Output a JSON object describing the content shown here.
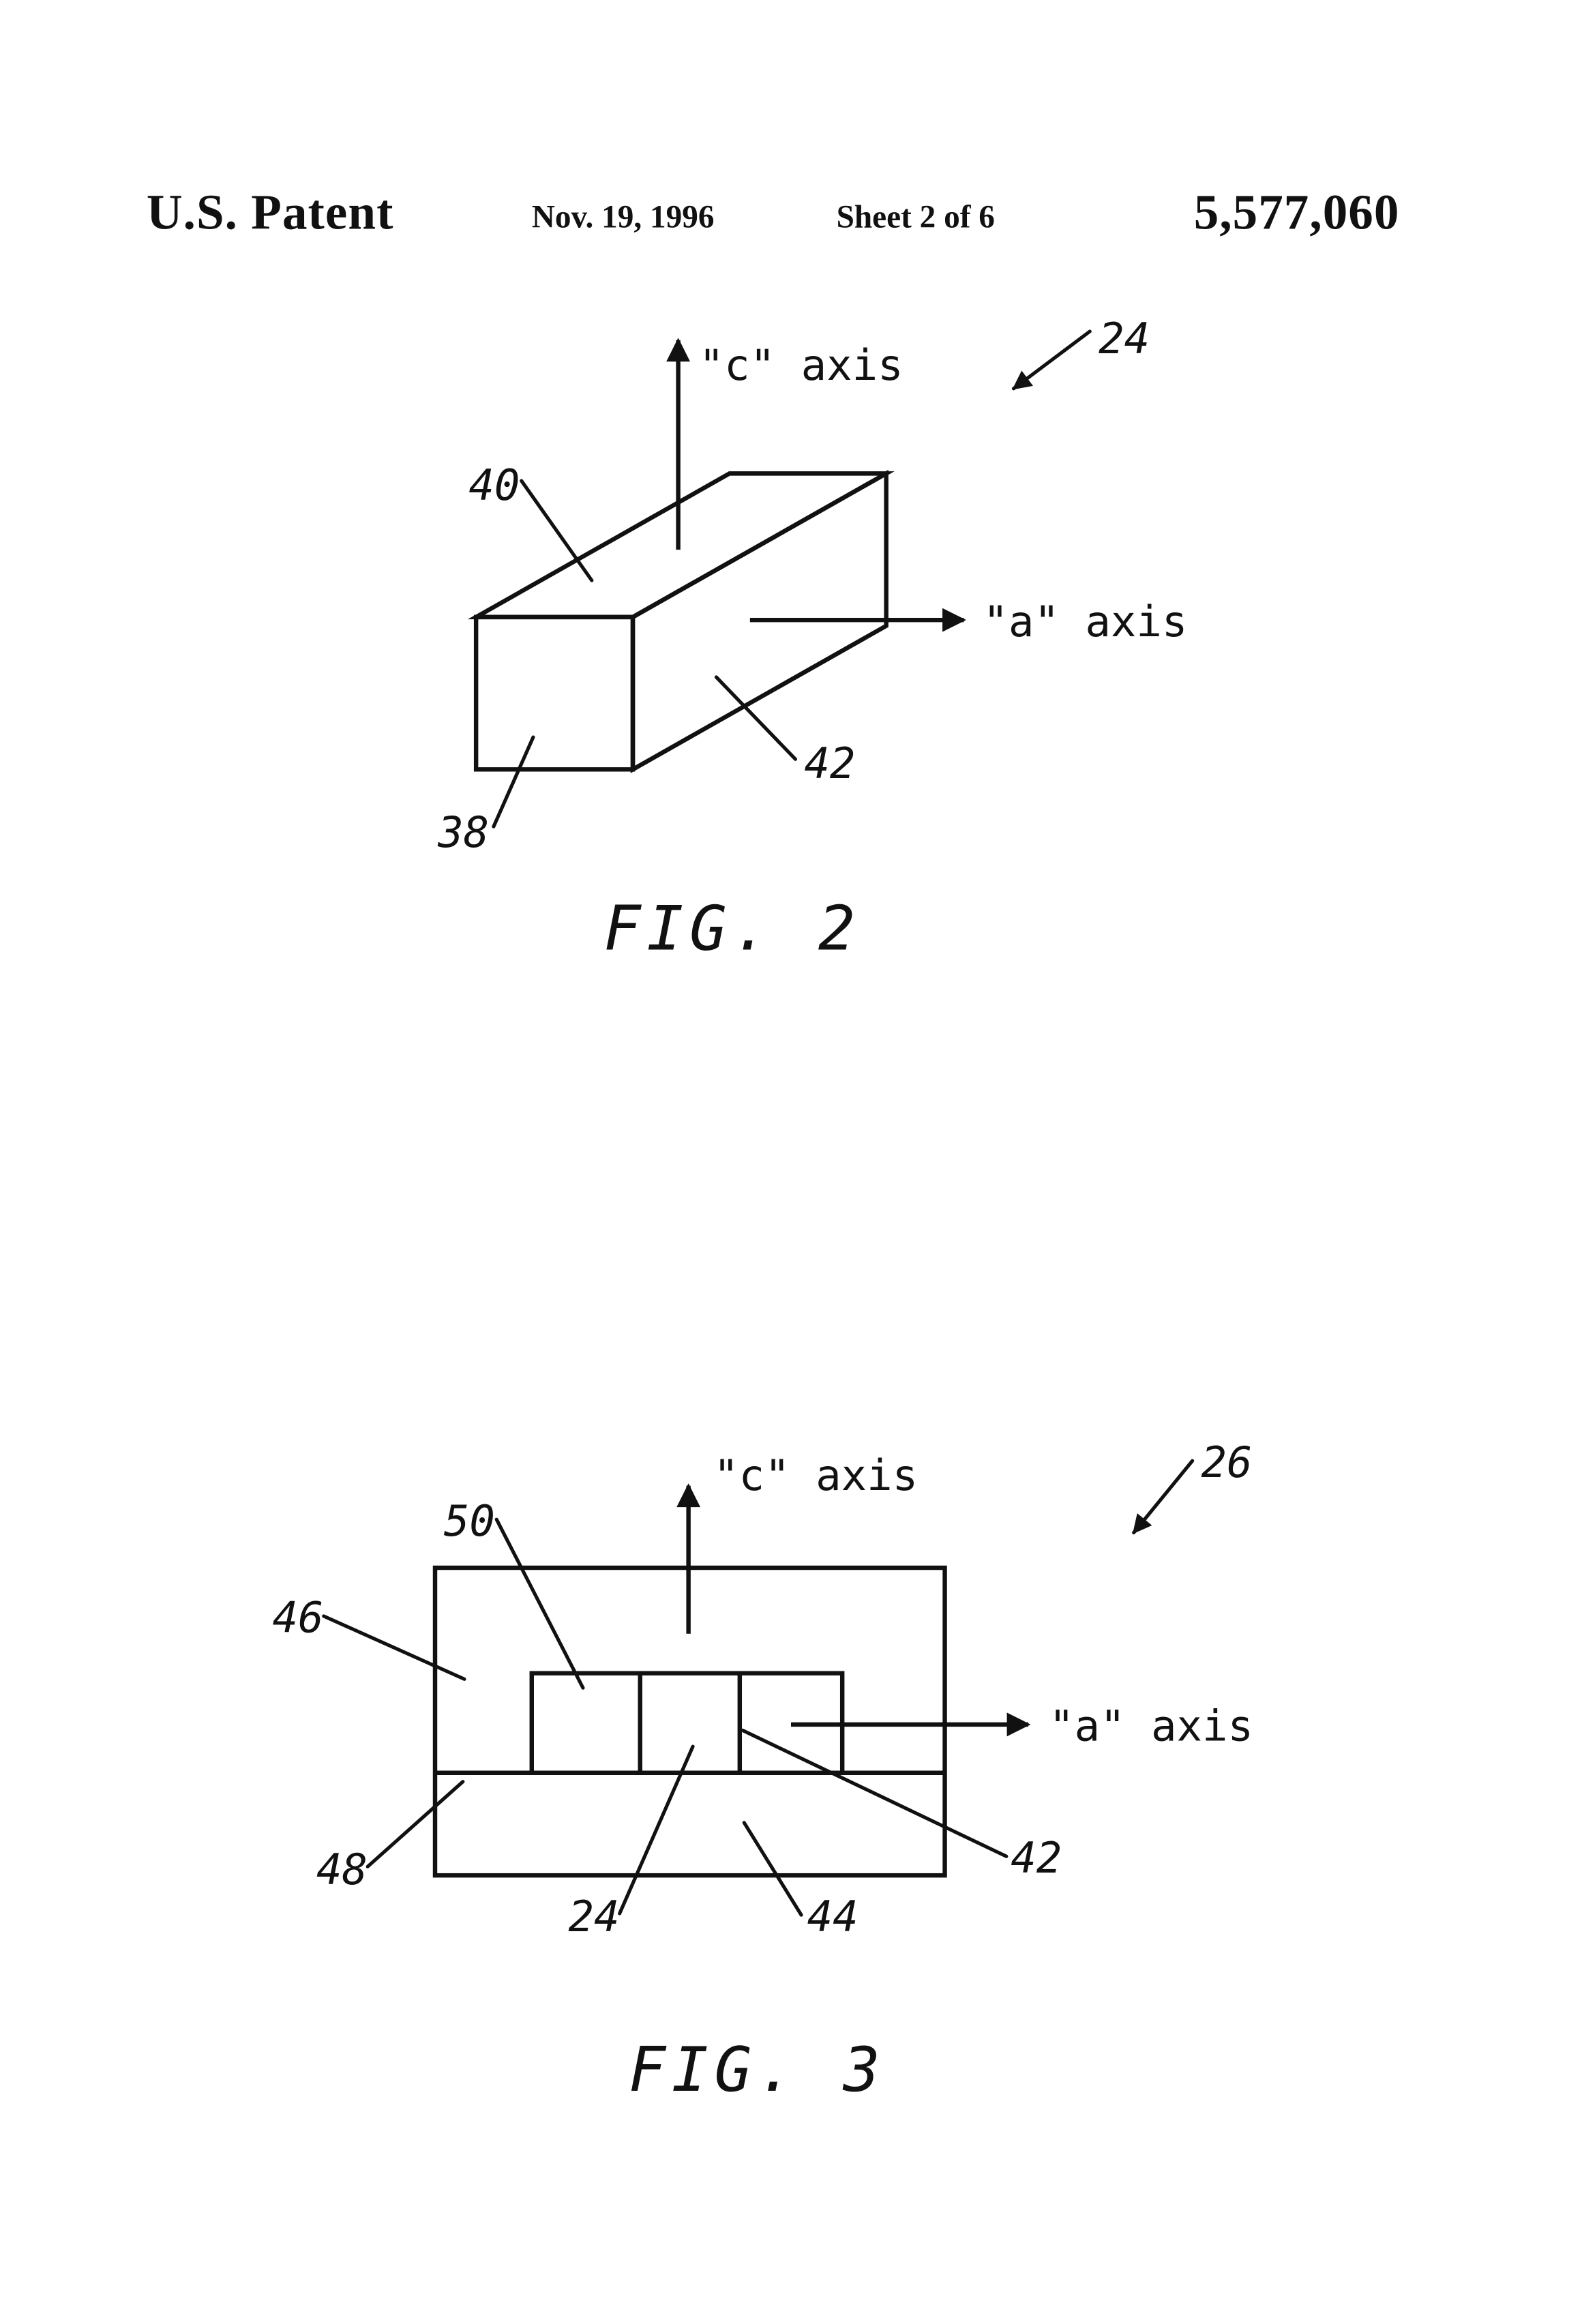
{
  "colors": {
    "ink": "#111111",
    "paper": "#ffffff"
  },
  "header": {
    "title": "U.S. Patent",
    "date": "Nov. 19, 1996",
    "sheet": "Sheet 2 of 6",
    "patent_number": "5,577,060"
  },
  "fig2": {
    "caption": "FIG. 2",
    "c_axis_label": "\"c\" axis",
    "a_axis_label": "\"a\" axis",
    "ref_24": "24",
    "ref_40": "40",
    "ref_38": "38",
    "ref_42": "42"
  },
  "fig3": {
    "caption": "FIG. 3",
    "c_axis_label": "\"c\" axis",
    "a_axis_label": "\"a\" axis",
    "ref_26": "26",
    "ref_50": "50",
    "ref_46": "46",
    "ref_48": "48",
    "ref_24": "24",
    "ref_44": "44",
    "ref_42": "42"
  }
}
